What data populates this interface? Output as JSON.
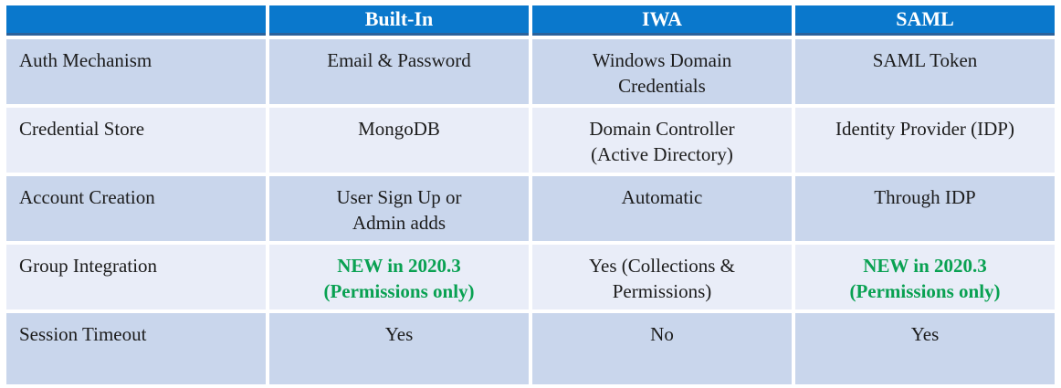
{
  "table": {
    "columns": [
      {
        "id": "feature",
        "label": ""
      },
      {
        "id": "built-in",
        "label": "Built-In"
      },
      {
        "id": "iwa",
        "label": "IWA"
      },
      {
        "id": "saml",
        "label": "SAML"
      }
    ],
    "rows": [
      {
        "label": "Auth Mechanism",
        "cells": [
          {
            "lines": [
              "Email & Password"
            ],
            "highlight": false
          },
          {
            "lines": [
              "Windows Domain",
              "Credentials"
            ],
            "highlight": false
          },
          {
            "lines": [
              "SAML Token"
            ],
            "highlight": false
          }
        ]
      },
      {
        "label": "Credential Store",
        "cells": [
          {
            "lines": [
              "MongoDB"
            ],
            "highlight": false
          },
          {
            "lines": [
              "Domain Controller",
              "(Active Directory)"
            ],
            "highlight": false
          },
          {
            "lines": [
              "Identity Provider (IDP)"
            ],
            "highlight": false
          }
        ]
      },
      {
        "label": "Account Creation",
        "cells": [
          {
            "lines": [
              "User Sign Up or",
              "Admin adds"
            ],
            "highlight": false
          },
          {
            "lines": [
              "Automatic"
            ],
            "highlight": false
          },
          {
            "lines": [
              "Through IDP"
            ],
            "highlight": false
          }
        ]
      },
      {
        "label": "Group Integration",
        "cells": [
          {
            "lines": [
              "NEW in 2020.3",
              "(Permissions only)"
            ],
            "highlight": true
          },
          {
            "lines": [
              "Yes (Collections &",
              "Permissions)"
            ],
            "highlight": false
          },
          {
            "lines": [
              "NEW in 2020.3",
              "(Permissions only)"
            ],
            "highlight": true
          }
        ]
      },
      {
        "label": "Session Timeout",
        "cells": [
          {
            "lines": [
              "Yes"
            ],
            "highlight": false
          },
          {
            "lines": [
              "No"
            ],
            "highlight": false
          },
          {
            "lines": [
              "Yes"
            ],
            "highlight": false
          }
        ]
      }
    ]
  },
  "colors": {
    "header_bg": "#0a78cc",
    "header_text": "#ffffff",
    "header_border": "#2b629b",
    "row_dark": "#c9d6ec",
    "row_light": "#e9edf8",
    "body_text": "#1c1c1c",
    "highlight_green": "#09a152"
  }
}
